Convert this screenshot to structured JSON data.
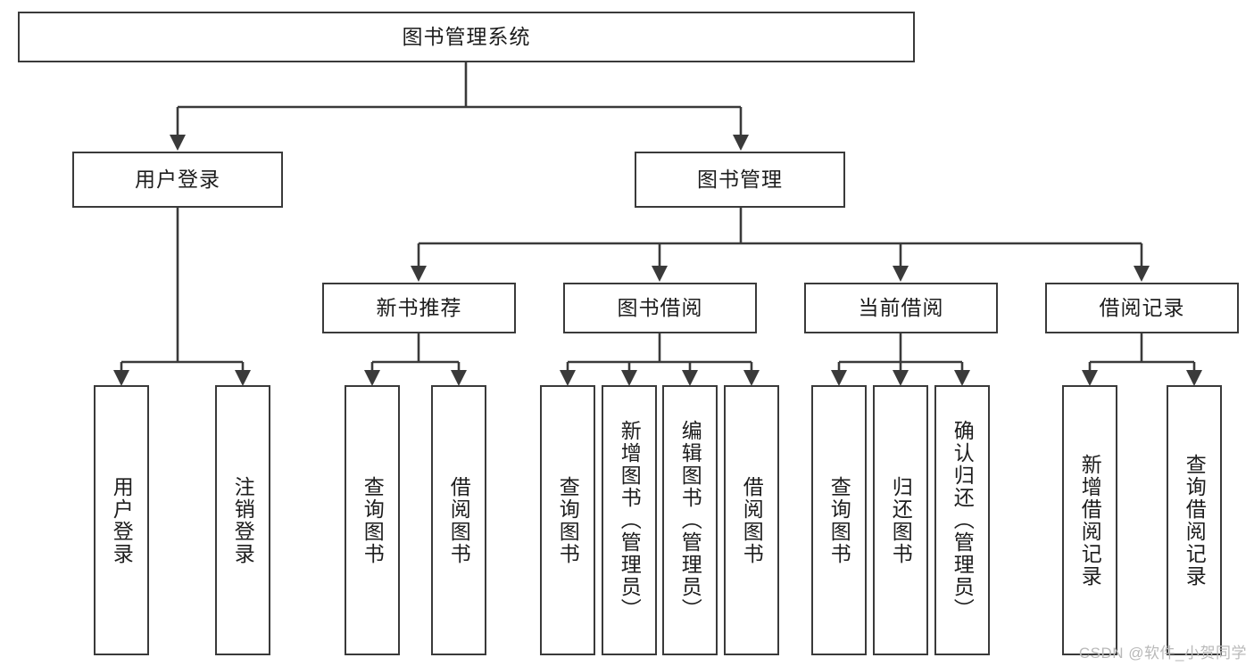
{
  "diagram": {
    "type": "tree",
    "title": "图书管理系统",
    "orientation": "top-down",
    "colors": {
      "box_border": "#3a3a3a",
      "box_fill": "#ffffff",
      "connector": "#3a3a3a",
      "text": "#1d1d1d",
      "watermark": "#b9b9b9"
    },
    "root": {
      "label": "图书管理系统"
    },
    "level2": [
      {
        "label": "用户登录"
      },
      {
        "label": "图书管理"
      }
    ],
    "level3": [
      {
        "label": "新书推荐"
      },
      {
        "label": "图书借阅"
      },
      {
        "label": "当前借阅"
      },
      {
        "label": "借阅记录"
      }
    ],
    "leaves": {
      "user_login": [
        {
          "label": "用户登录"
        },
        {
          "label": "注销登录"
        }
      ],
      "new_book": [
        {
          "label": "查询图书"
        },
        {
          "label": "借阅图书"
        }
      ],
      "book_borrow": [
        {
          "label": "查询图书"
        },
        {
          "label": "新增图书（管理员）"
        },
        {
          "label": "编辑图书（管理员）"
        },
        {
          "label": "借阅图书"
        }
      ],
      "current_borrow": [
        {
          "label": "查询图书"
        },
        {
          "label": "归还图书"
        },
        {
          "label": "确认归还（管理员）"
        }
      ],
      "borrow_record": [
        {
          "label": "新增借阅记录"
        },
        {
          "label": "查询借阅记录"
        }
      ]
    }
  },
  "watermark": {
    "text": "CSDN @软件_小贺同学"
  }
}
